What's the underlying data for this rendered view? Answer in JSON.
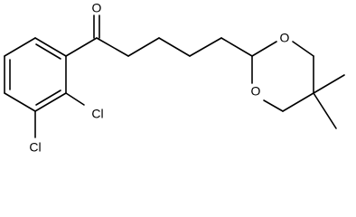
{
  "molecule": {
    "atom_labels": {
      "carbonyl_oxygen": "O",
      "chlorine_1": "Cl",
      "chlorine_2": "Cl",
      "ring_oxygen_upper": "O",
      "ring_oxygen_lower": "O"
    },
    "colors": {
      "bond": "#000000",
      "label": "#000000",
      "background": "#ffffff"
    }
  }
}
